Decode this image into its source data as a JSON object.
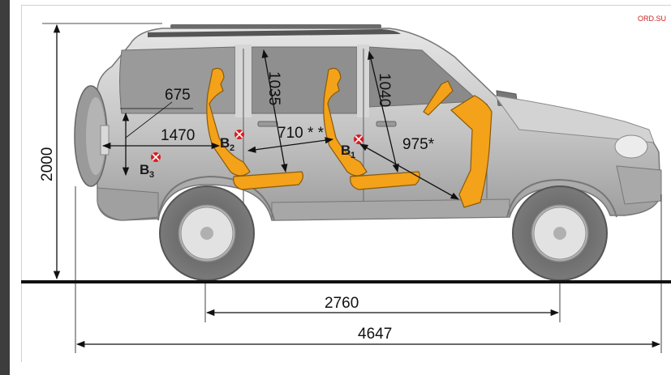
{
  "watermark": "ORD.SU",
  "dimensions": {
    "overall_height": "2000",
    "rear_cargo_height": "675",
    "rear_cargo_length": "1470",
    "second_row_legroom": "710 * *",
    "rear_headroom": "1035",
    "front_headroom": "1040",
    "front_legroom": "975*",
    "wheelbase": "2760",
    "overall_length": "4647"
  },
  "seat_labels": {
    "front": {
      "letter": "B",
      "sub": "1"
    },
    "second": {
      "letter": "B",
      "sub": "2"
    },
    "third": {
      "letter": "B",
      "sub": "3"
    }
  },
  "colors": {
    "seat": "#f3a21a",
    "seat_outline": "#8a5a08",
    "body": "#c9c9c9",
    "glass": "#8f8f8f",
    "marker": "#d61f26",
    "frame": "#3d3d3d"
  }
}
